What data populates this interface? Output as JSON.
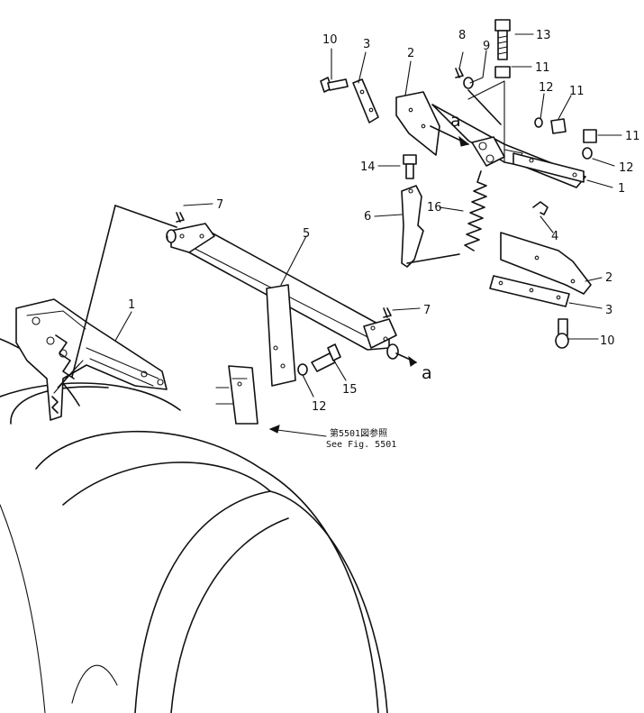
{
  "callouts": {
    "c10a": "10",
    "c3a": "3",
    "c2a": "2",
    "c8": "8",
    "c9": "9",
    "c13": "13",
    "c11a": "11",
    "c12a": "12",
    "c11b": "11",
    "c11c": "11",
    "c12b": "12",
    "c1a": "1",
    "c14": "14",
    "c16": "16",
    "c6": "6",
    "c4": "4",
    "c2b": "2",
    "c3b": "3",
    "c10b": "10",
    "c7a": "7",
    "c5": "5",
    "c1b": "1",
    "c7b": "7",
    "c15": "15",
    "c12c": "12"
  },
  "view_markers": {
    "a_top": "a",
    "a_right": "a"
  },
  "reference": {
    "line_jp": "第5501図参照",
    "line_en": "See Fig. 5501"
  }
}
